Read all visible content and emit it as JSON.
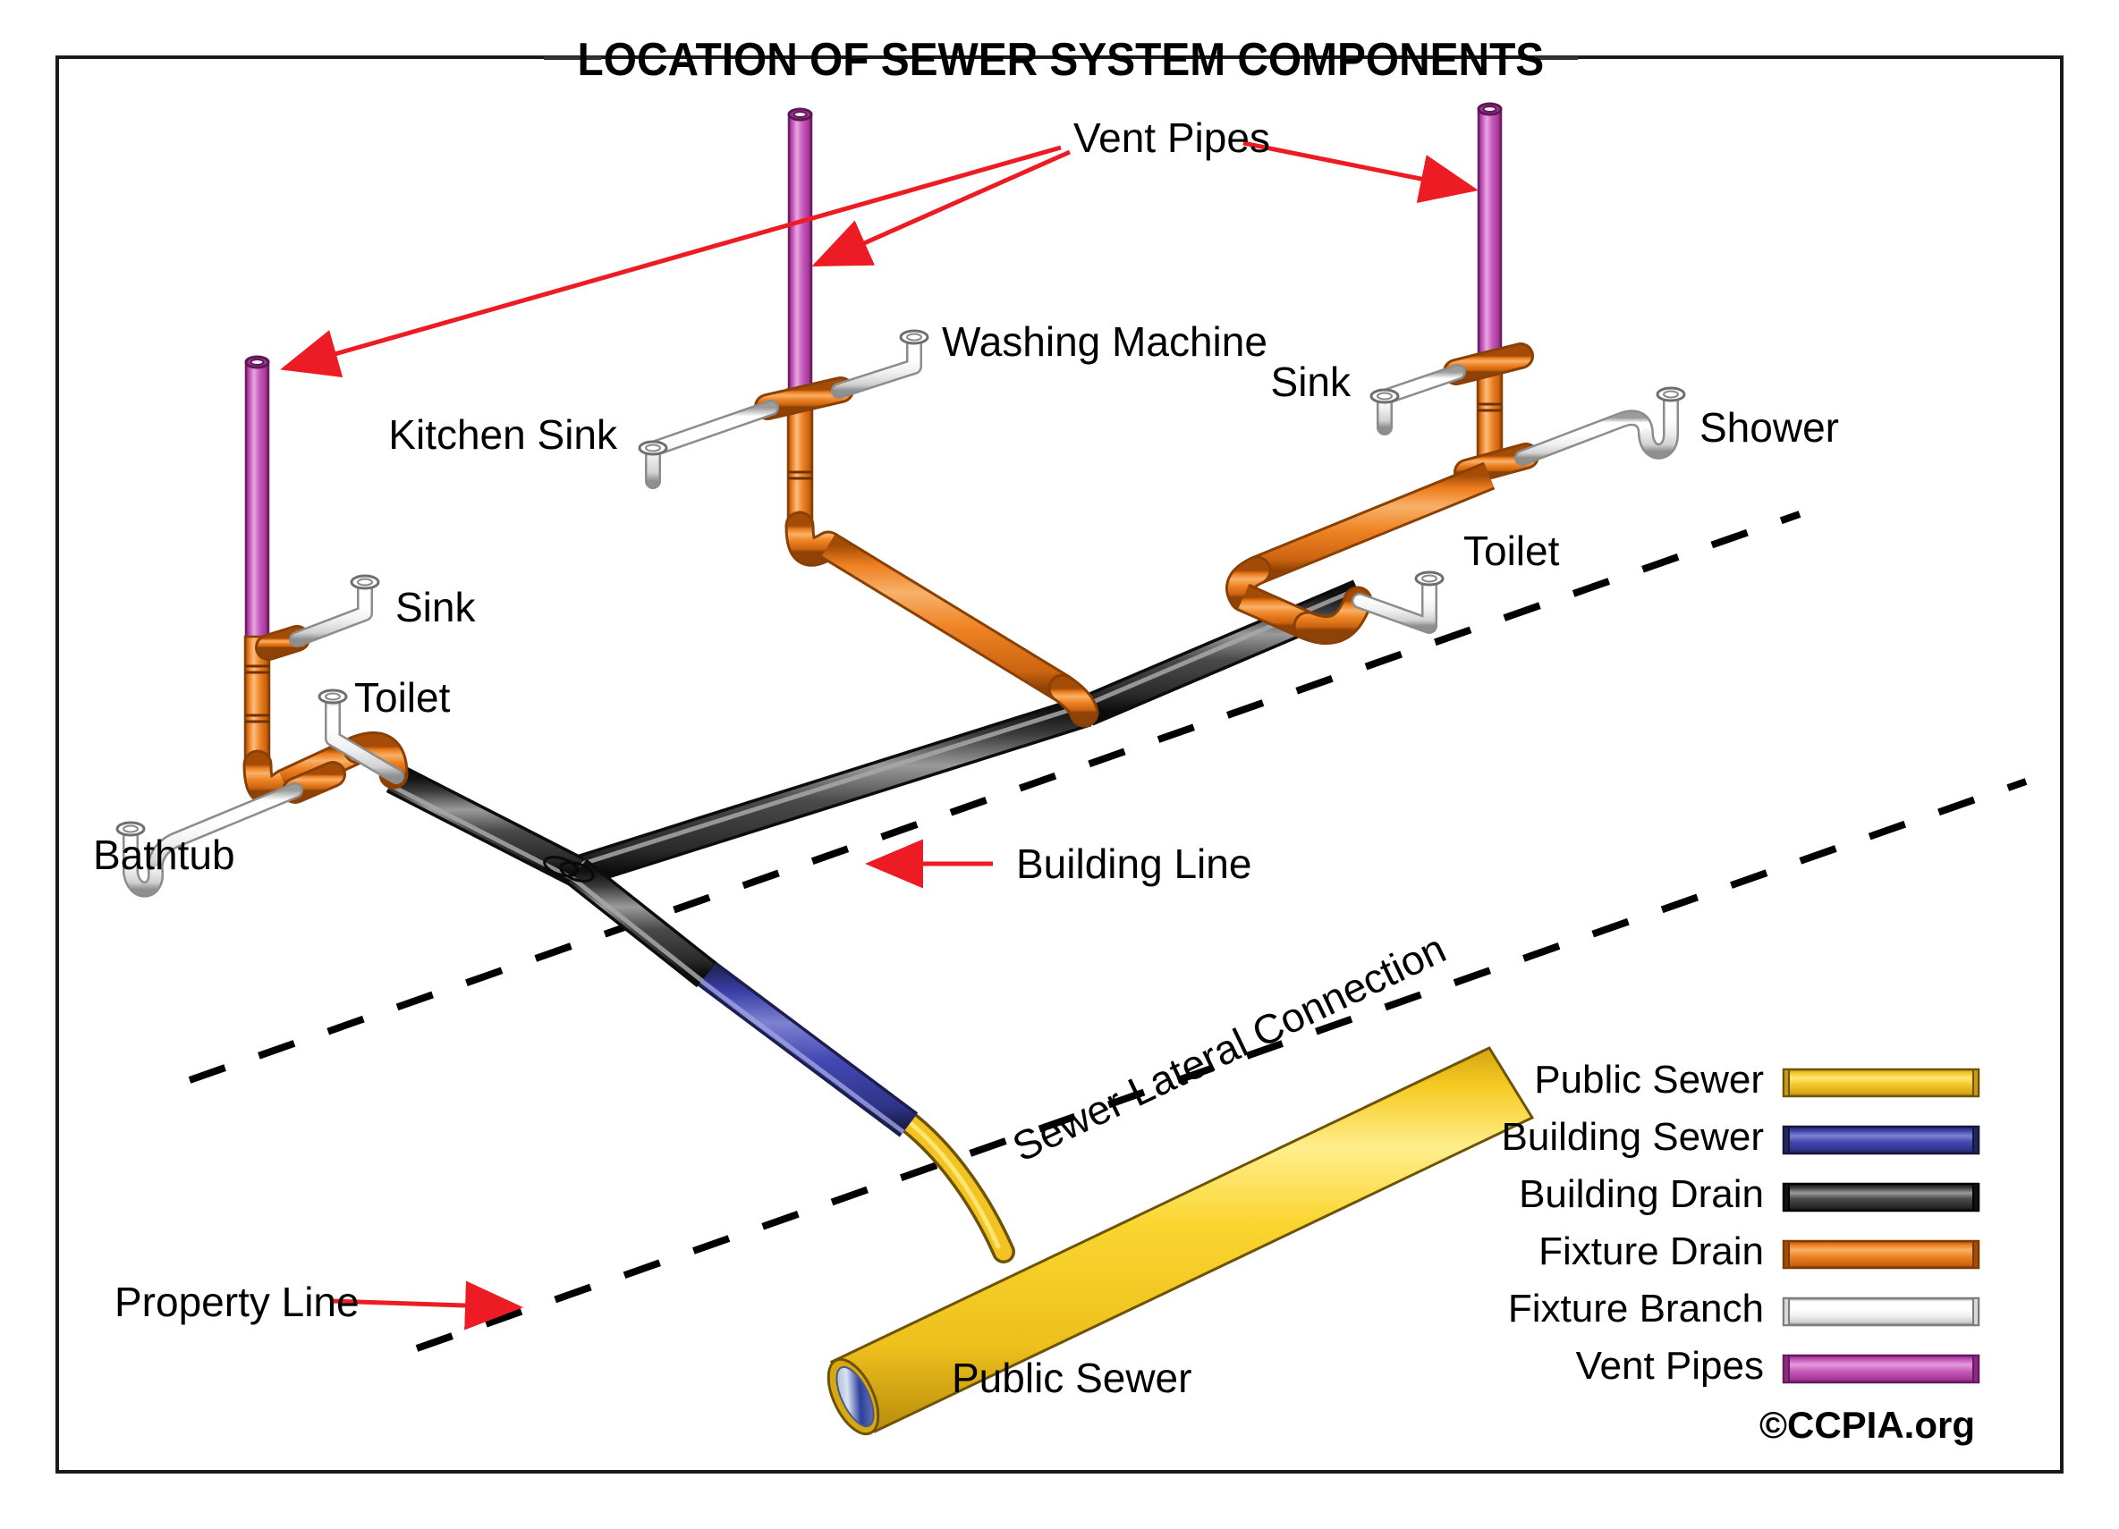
{
  "title": "LOCATION OF SEWER SYSTEM COMPONENTS",
  "credit": "©CCPIA.org",
  "colors": {
    "public_sewer": "#F2C323",
    "public_sewer_light": "#FFE877",
    "public_sewer_dark": "#C79A10",
    "building_sewer": "#3A3FA8",
    "building_sewer_light": "#7E82D0",
    "building_sewer_dark": "#23265F",
    "building_drain": "#3A3A3A",
    "building_drain_light": "#9A9A9A",
    "building_drain_dark": "#121212",
    "fixture_drain": "#ED7D1E",
    "fixture_drain_light": "#F7B169",
    "fixture_drain_dark": "#A44C06",
    "fixture_branch": "#FFFFFF",
    "fixture_branch_light": "#FFFFFF",
    "fixture_branch_dark": "#9C9C9C",
    "vent_pipe": "#C452B8",
    "vent_pipe_light": "#E39BDC",
    "vent_pipe_dark": "#8A2B80",
    "annotation_red": "#ED1C24",
    "line_black": "#000000"
  },
  "legend": {
    "items": [
      {
        "label": "Public Sewer",
        "swatch": "public_sewer"
      },
      {
        "label": "Building Sewer",
        "swatch": "building_sewer"
      },
      {
        "label": "Building Drain",
        "swatch": "building_drain"
      },
      {
        "label": "Fixture Drain",
        "swatch": "fixture_drain"
      },
      {
        "label": "Fixture Branch",
        "swatch": "fixture_branch"
      },
      {
        "label": "Vent Pipes",
        "swatch": "vent_pipe"
      }
    ]
  },
  "fixture_labels": {
    "vent_pipes": "Vent Pipes",
    "washing_machine": "Washing Machine",
    "kitchen_sink": "Kitchen Sink",
    "sink_right": "Sink",
    "shower": "Shower",
    "toilet_right": "Toilet",
    "sink_left": "Sink",
    "toilet_left": "Toilet",
    "bathtub": "Bathtub"
  },
  "annotations": {
    "building_line": "Building Line",
    "property_line": "Property Line",
    "sewer_lateral_connection": "Sewer Lateral Connection",
    "public_sewer": "Public Sewer"
  }
}
